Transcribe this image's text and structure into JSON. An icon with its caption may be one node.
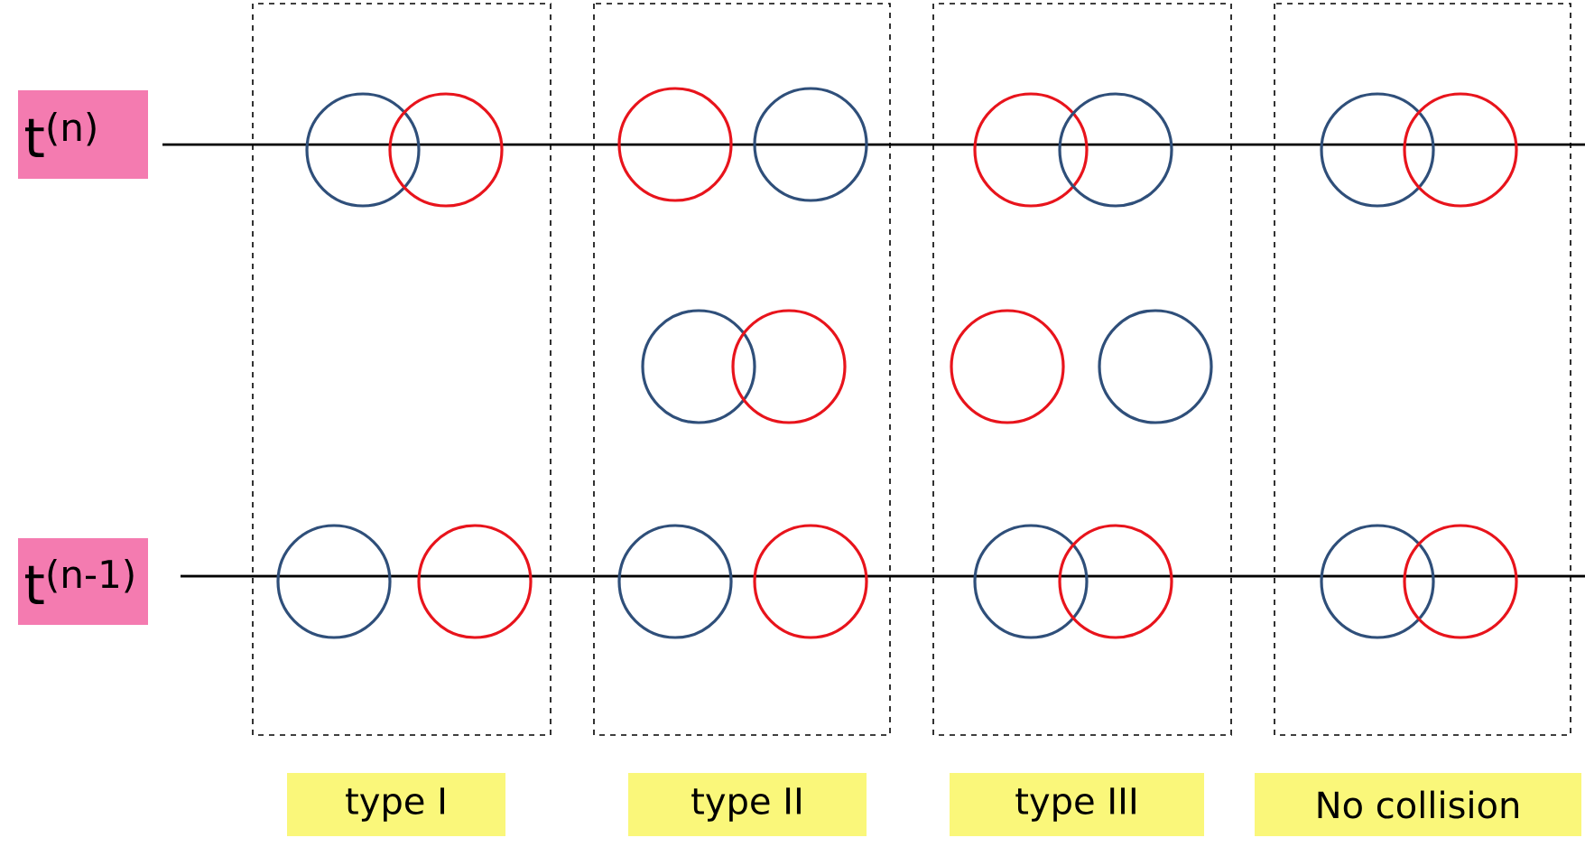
{
  "diagram": {
    "nodes": [
      {
        "text": [
          "t$^{(n)}$"
        ]
      },
      {
        "text": [
          "t$^{(n-1)}$"
        ]
      },
      {
        "text": [
          "type I"
        ]
      },
      {
        "text": [
          "type II"
        ]
      },
      {
        "text": [
          "type III"
        ]
      },
      {
        "text": [
          "No collision"
        ]
      }
    ]
  }
}
